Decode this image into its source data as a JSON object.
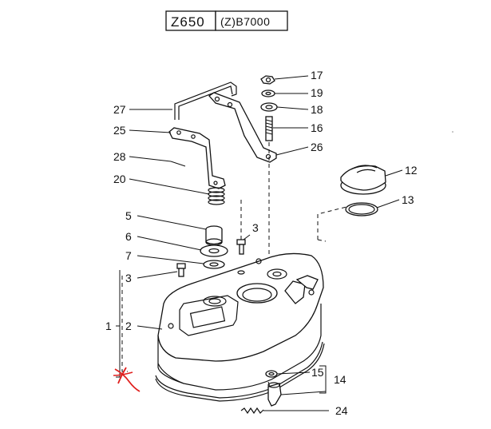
{
  "title": {
    "model": "Z650",
    "serial": "(Z)B7000"
  },
  "callouts": {
    "c1": "1",
    "c2": "2",
    "c3a": "3",
    "c3b": "3",
    "c5": "5",
    "c6": "6",
    "c7": "7",
    "c12": "12",
    "c13": "13",
    "c14": "14",
    "c15": "15",
    "c16": "16",
    "c17": "17",
    "c18": "18",
    "c19": "19",
    "c20": "20",
    "c24": "24",
    "c25": "25",
    "c26": "26",
    "c27": "27",
    "c28": "28"
  },
  "colors": {
    "ink": "#111111",
    "annotation_mark": "#e0201e"
  }
}
